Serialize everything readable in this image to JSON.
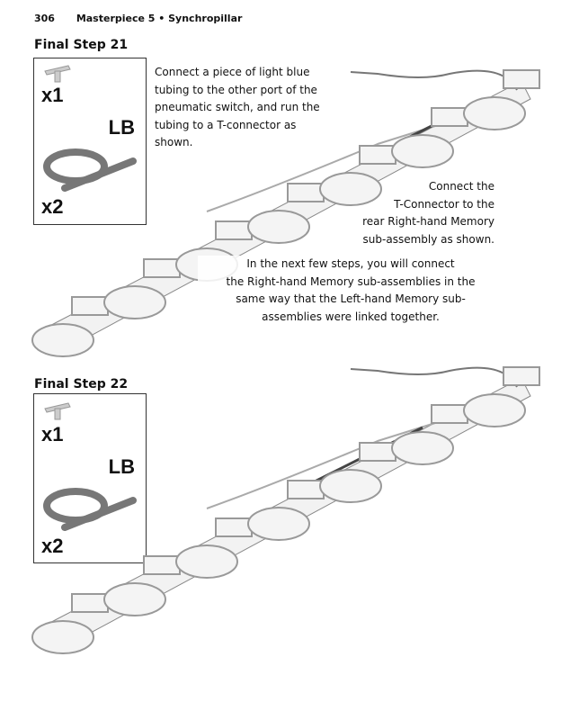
{
  "header": {
    "page_number": "306",
    "title": "Masterpiece 5 • Synchropillar"
  },
  "steps": [
    {
      "title": "Final Step 21",
      "parts": {
        "connector_qty": "x1",
        "tube_label": "LB",
        "tube_qty": "x2"
      },
      "instructions": [
        "Connect a piece of light blue",
        "tubing to the other port of the",
        "pneumatic switch, and run the",
        "tubing to a T-connector as",
        "shown."
      ],
      "callout1": [
        "Connect the",
        "T-Connector to the",
        "rear Right-hand Memory",
        "sub-assembly as shown."
      ],
      "callout2": [
        "In the next few steps, you will connect",
        "the Right-hand Memory sub-assemblies in the",
        "same way that the Left-hand Memory sub-",
        "assemblies were linked together."
      ]
    },
    {
      "title": "Final Step 22",
      "parts": {
        "connector_qty": "x1",
        "tube_label": "LB",
        "tube_qty": "x2"
      }
    }
  ]
}
